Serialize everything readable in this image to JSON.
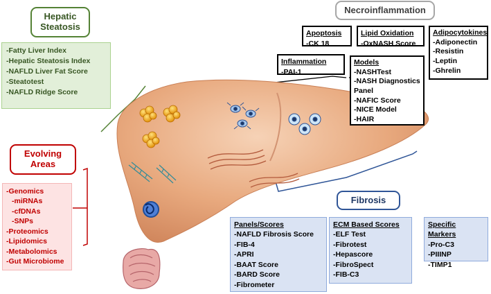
{
  "hepatic_steatosis": {
    "title": "Hepatic Steatosis",
    "items": [
      "-Fatty Liver Index",
      "-Hepatic Steatosis Index",
      "-NAFLD Liver Fat Score",
      "-Steatotest",
      "-NAFLD Ridge Score"
    ]
  },
  "evolving_areas": {
    "title": "Evolving Areas",
    "items": [
      "-Genomics",
      "-miRNAs",
      "-cfDNAs",
      "-SNPs",
      "-Proteomics",
      "-Lipidomics",
      "-Metabolomics",
      "-Gut Microbiome"
    ]
  },
  "necroinflammation": {
    "title": "Necroinflammation",
    "apoptosis": {
      "head": "Apoptosis",
      "items": [
        "-CK 18"
      ]
    },
    "lipid_oxidation": {
      "head": "Lipid Oxidation",
      "items": [
        "-OxNASH Score"
      ]
    },
    "inflammation": {
      "head": "Inflammation",
      "items": [
        "-PAI-1"
      ]
    },
    "models": {
      "head": "Models",
      "items": [
        "-NASHTest",
        "-NASH Diagnostics Panel",
        "-NAFIC Score",
        "-NICE Model",
        "-HAIR"
      ]
    },
    "adipocytokines": {
      "head": "Adipocytokines",
      "items": [
        "-Adiponectin",
        "-Resistin",
        "-Leptin",
        "-Ghrelin"
      ]
    }
  },
  "fibrosis": {
    "title": "Fibrosis",
    "panels": {
      "head": "Panels/Scores",
      "items": [
        "-NAFLD Fibrosis Score",
        "-FIB-4",
        "-APRI",
        "-BAAT Score",
        "-BARD Score",
        "-Fibrometer"
      ]
    },
    "ecm": {
      "head": "ECM Based Scores",
      "items": [
        "-ELF Test",
        "-Fibrotest",
        "-Hepascore",
        "-FibroSpect",
        "-FIB-C3"
      ]
    },
    "specific": {
      "head": "Specific Markers",
      "items": [
        "-Pro-C3",
        "-PIIINP",
        "-TIMP1"
      ]
    }
  },
  "colors": {
    "steatosis": "#548235",
    "evolving": "#c00000",
    "necro_border": "#a6a6a6",
    "fibrosis": "#2f5597",
    "liver": "#e8a97e"
  },
  "icons": [
    "liver-illustration",
    "fat-droplet-icon",
    "kupffer-cell-icon",
    "hepatocyte-icon",
    "fibrosis-scar-icon",
    "dna-helix-icon",
    "chromatin-icon",
    "intestine-icon"
  ]
}
